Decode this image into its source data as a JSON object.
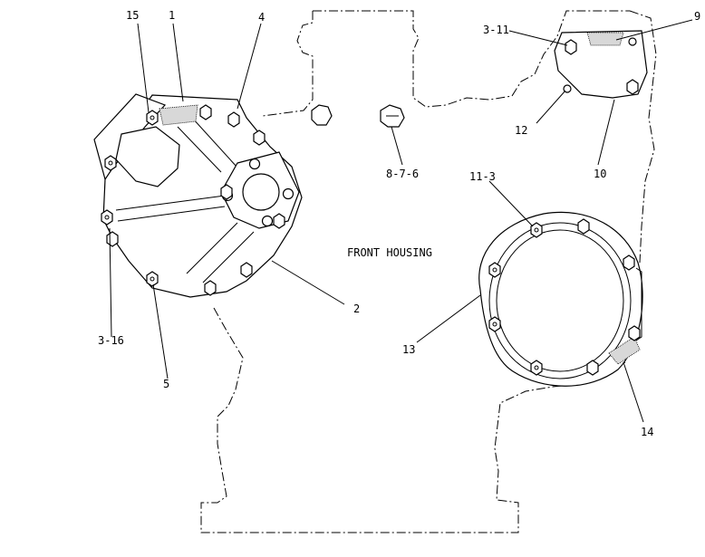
{
  "title": "FRONT HOUSING",
  "callouts": {
    "c15": "15",
    "c1": "1",
    "c4": "4",
    "c3_16": "3-16",
    "c5": "5",
    "c2": "2",
    "c8_7_6": "8-7-6",
    "c3_11": "3-11",
    "c9": "9",
    "c12": "12",
    "c10": "10",
    "c11_3": "11-3",
    "c13": "13",
    "c14": "14"
  },
  "colors": {
    "line": "#000000",
    "background": "#ffffff",
    "seal_fill": "#d8d8d8"
  }
}
